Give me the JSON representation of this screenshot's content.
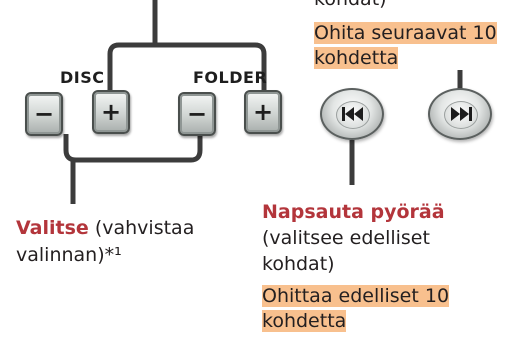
{
  "labels": {
    "disc": "DISC",
    "folder": "FOLDER"
  },
  "buttons": {
    "disc_minus": "−",
    "disc_plus": "+",
    "folder_minus": "−",
    "folder_plus": "+"
  },
  "top_right": {
    "partial_line": "kohdat)",
    "highlight_line1": "Ohita seuraavat 10",
    "highlight_line2": "kohdetta"
  },
  "select_note": {
    "bold": "Valitse",
    "rest_line1": " (vahvistaa",
    "line2": "valinnan)*¹"
  },
  "wheel_note": {
    "bold": "Napsauta pyörää",
    "line2": "(valitsee edelliset",
    "line3": "kohdat)",
    "highlight_line1": "Ohittaa edelliset 10",
    "highlight_line2": "kohdetta"
  },
  "icons": {
    "prev": "skip-previous-icon",
    "next": "skip-next-icon"
  },
  "colors": {
    "accent": "#b3353b",
    "highlight": "#f8c08e",
    "line": "#3c3c3c"
  }
}
